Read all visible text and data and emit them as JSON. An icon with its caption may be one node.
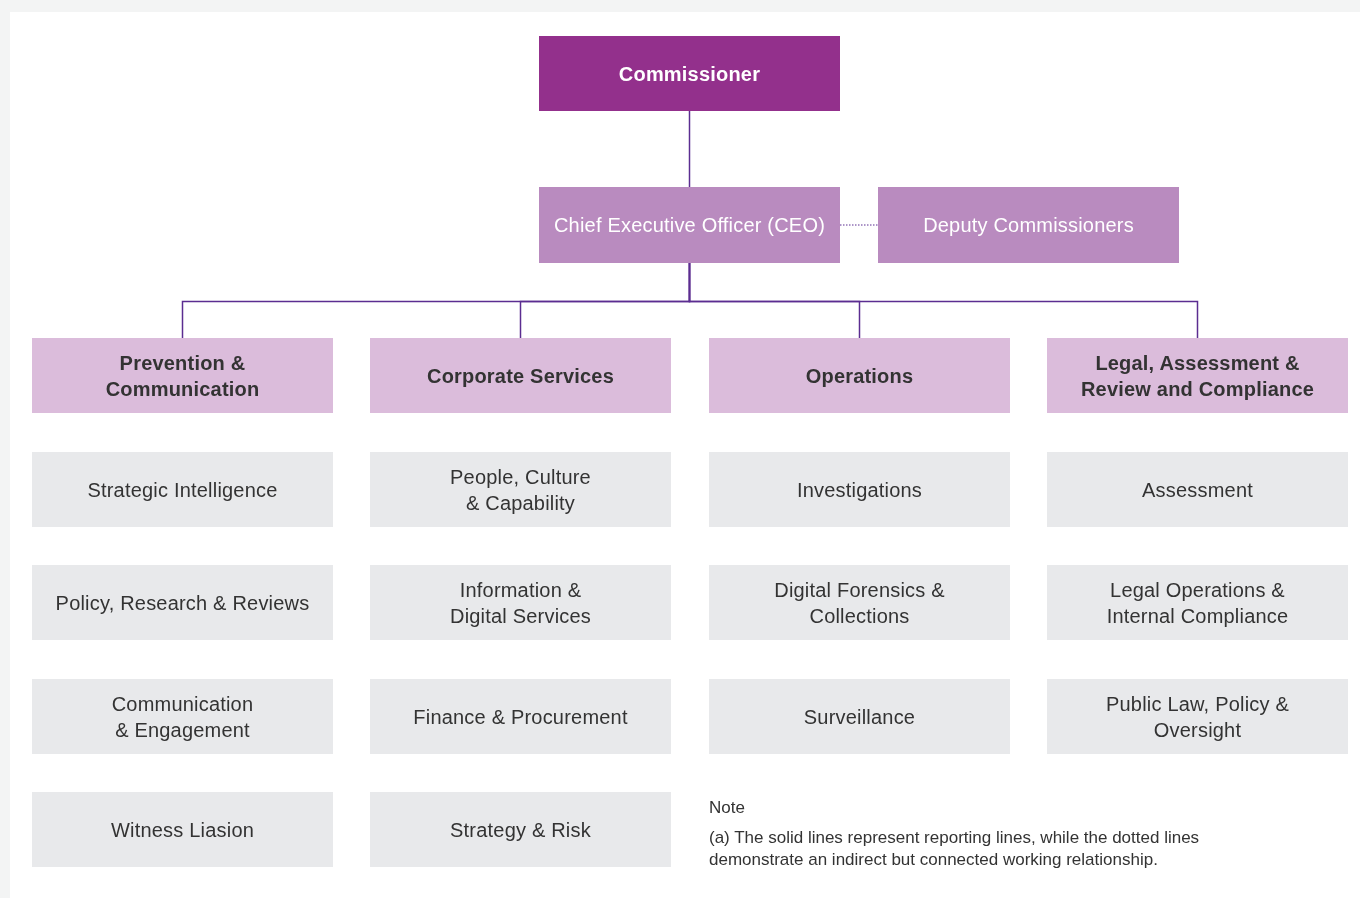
{
  "diagram": {
    "nodes": [
      {
        "text": [
          "Commissioner"
        ]
      },
      {
        "text": [
          "Chief Executive Officer (CEO)"
        ]
      },
      {
        "text": [
          "Deputy Commissioners"
        ]
      },
      {
        "text": [
          "Prevention & Communication"
        ]
      },
      {
        "text": [
          "Corporate Services"
        ]
      },
      {
        "text": [
          "Operations"
        ]
      },
      {
        "text": [
          "Legal, Assessment & Review and Compliance"
        ]
      },
      {
        "text": [
          "Strategic Intelligence"
        ]
      },
      {
        "text": [
          "Policy, Research & Reviews"
        ]
      },
      {
        "text": [
          "Communication & Engagement"
        ]
      },
      {
        "text": [
          "Witness Liasion"
        ]
      },
      {
        "text": [
          "People, Culture & Capability"
        ]
      },
      {
        "text": [
          "Information & Digital Services"
        ]
      },
      {
        "text": [
          "Finance & Procurement"
        ]
      },
      {
        "text": [
          "Strategy & Risk"
        ]
      },
      {
        "text": [
          "Investigations"
        ]
      },
      {
        "text": [
          "Digital Forensics & Collections"
        ]
      },
      {
        "text": [
          "Surveillance"
        ]
      },
      {
        "text": [
          "Assessment"
        ]
      },
      {
        "text": [
          "Legal Operations & Internal Compliance"
        ]
      },
      {
        "text": [
          "Public Law, Policy & Oversight"
        ]
      }
    ],
    "edges": [
      {
        "from": 0,
        "to": 1,
        "arrow": "none"
      },
      {
        "from": 1,
        "to": 2,
        "arrow": "none",
        "style": "dashed"
      },
      {
        "from": 1,
        "to": 3,
        "arrow": "none"
      },
      {
        "from": 1,
        "to": 4,
        "arrow": "none"
      },
      {
        "from": 1,
        "to": 5,
        "arrow": "none"
      },
      {
        "from": 1,
        "to": 6,
        "arrow": "none"
      }
    ],
    "labels": [
      "Note",
      "(a) The solid lines represent reporting lines, while the dotted lines demonstrate an indirect but connected working relationship."
    ]
  }
}
